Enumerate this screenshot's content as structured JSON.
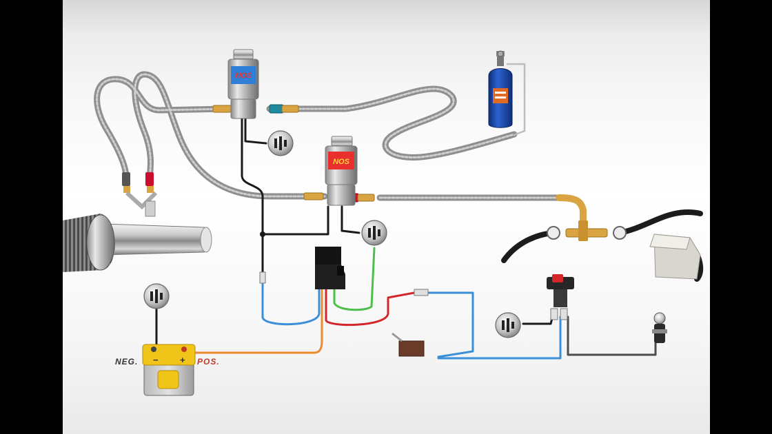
{
  "labels": {
    "battery_negative": "NEG.",
    "battery_positive": "POS."
  },
  "brand_on_solenoids": "NOS",
  "colors": {
    "background": "#ffffff",
    "braided_line": "#9a9a9a",
    "wire_black": "#1a1a1a",
    "wire_blue": "#3a8fd8",
    "wire_red": "#d3262b",
    "wire_green": "#4cc04a",
    "wire_orange": "#ec8a2c",
    "fitting_red": "#c8102e",
    "fitting_blue": "#1d8a9e",
    "bottle_blue": "#1f4fae",
    "battery_yellow": "#f0c419",
    "brass": "#d9a441"
  },
  "components": [
    "nitrous-bottle-icon",
    "air-filter-icon",
    "fuel-solenoid-icon",
    "nitrous-solenoid-icon",
    "relay-icon",
    "battery-icon",
    "microswitch-icon",
    "arming-switch-icon",
    "purge-button-icon",
    "fuel-pump-icon",
    "ground-symbol-icon"
  ]
}
